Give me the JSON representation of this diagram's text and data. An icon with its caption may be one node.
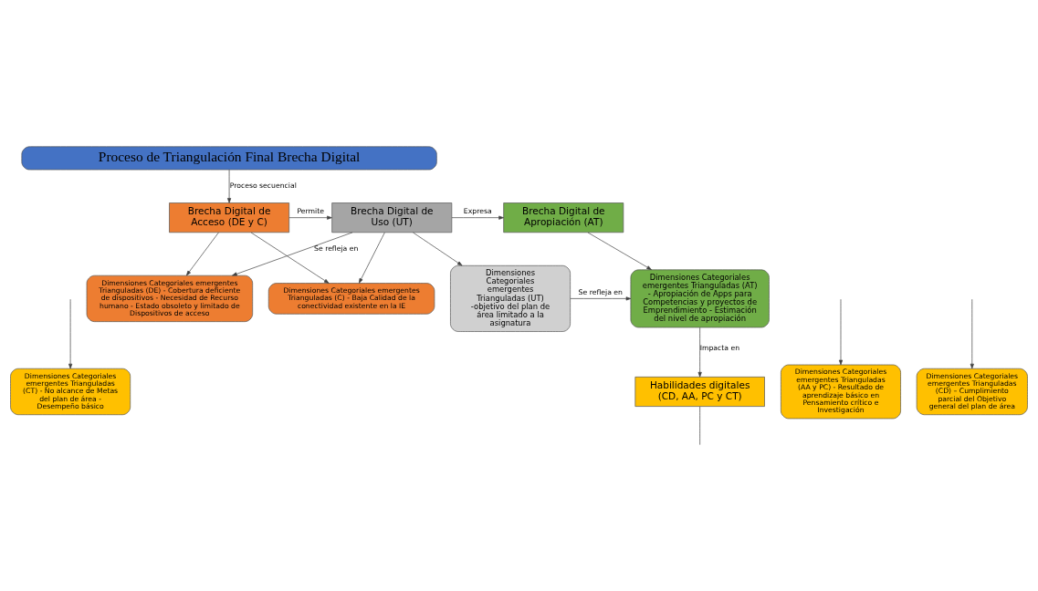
{
  "diagram": {
    "nodes": [
      {
        "text": [
          "Proceso de Triangulación Final Brecha Digital"
        ]
      },
      {
        "text": [
          "Brecha Digital de Acceso (DE y C)"
        ]
      },
      {
        "text": [
          "Brecha Digital de Uso (UT)"
        ]
      },
      {
        "text": [
          "Brecha Digital de Apropiación (AT)"
        ]
      },
      {
        "text": [
          "Dimensiones Categoriales emergentes Trianguladas (DE) - Cobertura deficiente de dispositivos - Necesidad de Recurso humano - Estado obsoleto y limitado de Dispositivos de acceso"
        ]
      },
      {
        "text": [
          "Dimensiones Categoriales emergentes Trianguladas (C) - Baja Calidad de la conectividad existente en la IE"
        ]
      },
      {
        "text": [
          "Dimensiones Categoriales emergentes Trianguladas (UT) -objetivo del plan de área limitado a la asignatura"
        ]
      },
      {
        "text": [
          "Dimensiones Categoriales emergentes Trianguladas (AT) - Apropiación de Apps para Competencias y proyectos de Emprendimiento - Estimación del nivel de apropiación"
        ]
      },
      {
        "text": [
          "Dimensiones Categoriales emergentes Trianguladas (CT) - No alcance de Metas del plan de área - Desempeño básico"
        ]
      },
      {
        "text": [
          "Dimensiones Categoriales emergentes Trianguladas (AA y PC) - Resultado de aprendizaje básico en Pensamiento crítico e Investigación"
        ]
      },
      {
        "text": [
          "Dimensiones Categoriales emergentes Trianguladas (CD) – Cumplimiento parcial del Objetivo general del plan de área"
        ]
      },
      {
        "text": [
          "Habilidades digitales (CD, AA, PC y CT)"
        ]
      }
    ],
    "edges": [
      {
        "from": 0,
        "to": 1,
        "arrow": "to",
        "label": "Proceso secuencial"
      },
      {
        "from": 1,
        "to": 2,
        "arrow": "to",
        "label": "Permite"
      },
      {
        "from": 2,
        "to": 3,
        "arrow": "to",
        "label": "Expresa"
      },
      {
        "from": 1,
        "to": 4,
        "arrow": "to"
      },
      {
        "from": 1,
        "to": 5,
        "arrow": "to"
      },
      {
        "from": 2,
        "to": 6,
        "arrow": "to"
      },
      {
        "from": 2,
        "to": 4,
        "arrow": "to",
        "label": "Se refleja en"
      },
      {
        "from": 2,
        "to": 5,
        "arrow": "to"
      },
      {
        "from": 3,
        "to": 7,
        "arrow": "to"
      },
      {
        "from": 6,
        "to": 7,
        "arrow": "to",
        "label": "Se refleja en"
      },
      {
        "from": 7,
        "to": 11,
        "arrow": "to",
        "label": "Impacta en"
      },
      {
        "from": null,
        "to": 8,
        "arrow": "to"
      },
      {
        "from": null,
        "to": 9,
        "arrow": "to"
      },
      {
        "from": null,
        "to": 10,
        "arrow": "to"
      },
      {
        "from": 11,
        "to": null,
        "arrow": "none"
      }
    ]
  }
}
